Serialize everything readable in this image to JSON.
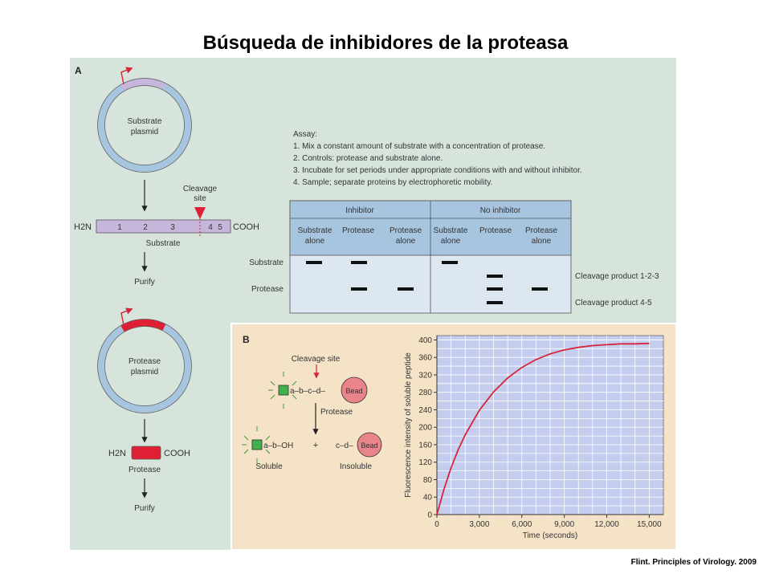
{
  "slide": {
    "title": "Búsqueda de inhibidores de la proteasa",
    "credit": "Flint. Principles of Virology. 2009"
  },
  "colors": {
    "panel_a_bg": "#d7e4dc",
    "panel_b_bg": "#f4e3c6",
    "plasmid_blue": "#a7c5df",
    "substrate_purple": "#c7b6dc",
    "protease_red": "#e01f35",
    "table_header": "#a7c5df",
    "table_body": "#dde7f1",
    "curve_red": "#d6243a",
    "plot_bg": "#c5cdef"
  },
  "panel_a": {
    "label": "A",
    "substrate_plasmid": {
      "line1": "Substrate",
      "line2": "plasmid"
    },
    "cleavage_site": {
      "line1": "Cleavage",
      "line2": "site"
    },
    "substrate_construct": {
      "nterm": "H2N",
      "cterm": "COOH",
      "segments": [
        "1",
        "2",
        "3",
        "4",
        "5"
      ],
      "caption": "Substrate"
    },
    "purify_1": "Purify",
    "protease_plasmid": {
      "line1": "Protease",
      "line2": "plasmid"
    },
    "protease_construct": {
      "nterm": "H2N",
      "cterm": "COOH",
      "caption": "Protease"
    },
    "purify_2": "Purify",
    "assay": {
      "heading": "Assay:",
      "steps": [
        "1. Mix a constant amount of substrate with a concentration of protease.",
        "2. Controls: protease and substrate alone.",
        "3. Incubate for set periods under appropriate conditions with and without inhibitor.",
        "4. Sample; separate proteins by electrophoretic mobility."
      ]
    },
    "gel": {
      "groups": [
        "Inhibitor",
        "No inhibitor"
      ],
      "lanes": [
        {
          "line1": "Substrate",
          "line2": "alone"
        },
        {
          "line1": "Protease",
          "line2": ""
        },
        {
          "line1": "Protease",
          "line2": "alone"
        },
        {
          "line1": "Substrate",
          "line2": "alone"
        },
        {
          "line1": "Protease",
          "line2": ""
        },
        {
          "line1": "Protease",
          "line2": "alone"
        }
      ],
      "row_labels": [
        "Substrate",
        "Protease"
      ],
      "products": [
        "Cleavage product 1-2-3",
        "Cleavage product 4-5"
      ]
    }
  },
  "panel_b": {
    "label": "B",
    "cleavage_site": "Cleavage site",
    "peptide_chain": "a–b–c–d–",
    "bead": "Bead",
    "protease": "Protease",
    "soluble_chain": "a–b–OH",
    "plus": "+",
    "insoluble_chain": "c–d–",
    "soluble": "Soluble",
    "insoluble": "Insoluble"
  },
  "chart_data": {
    "type": "line",
    "xlabel": "Time (seconds)",
    "ylabel": "Fluorescence intensity of soluble peptide",
    "xlim": [
      0,
      16000
    ],
    "ylim": [
      0,
      410
    ],
    "x_ticks": [
      "0",
      "3,000",
      "6,000",
      "9,000",
      "12,000",
      "15,000"
    ],
    "x_tick_values": [
      0,
      3000,
      6000,
      9000,
      12000,
      15000
    ],
    "y_ticks": [
      "0",
      "40",
      "80",
      "120",
      "160",
      "200",
      "240",
      "280",
      "320",
      "360",
      "400"
    ],
    "y_tick_values": [
      0,
      40,
      80,
      120,
      160,
      200,
      240,
      280,
      320,
      360,
      400
    ],
    "grid": true,
    "series": [
      {
        "x": [
          0,
          500,
          1000,
          1500,
          2000,
          3000,
          4000,
          5000,
          6000,
          7000,
          8000,
          9000,
          10000,
          11000,
          12000,
          13000,
          14000,
          15000
        ],
        "y": [
          0,
          58,
          107,
          148,
          183,
          239,
          281,
          313,
          337,
          355,
          368,
          377,
          383,
          387,
          389,
          391,
          391,
          392
        ]
      }
    ]
  }
}
